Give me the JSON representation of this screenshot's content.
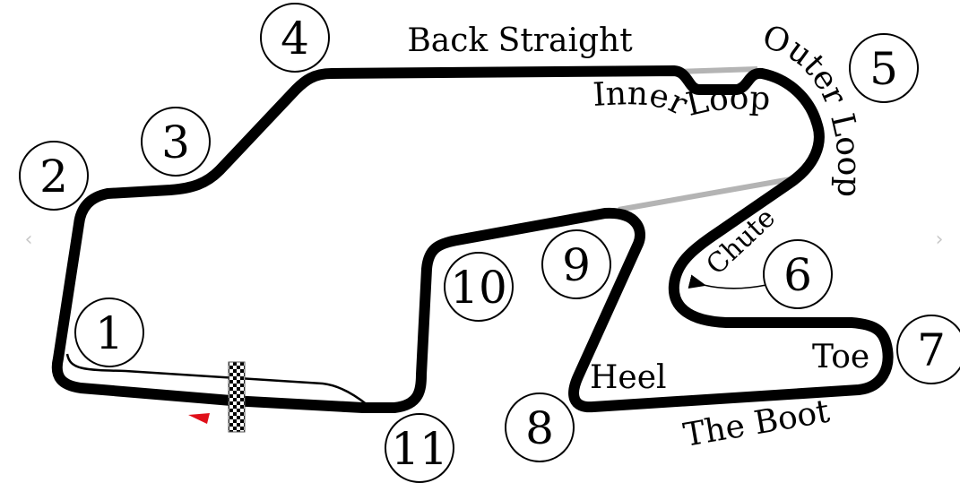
{
  "map": {
    "turns": [
      {
        "number": "1"
      },
      {
        "number": "2"
      },
      {
        "number": "3"
      },
      {
        "number": "4"
      },
      {
        "number": "5"
      },
      {
        "number": "6"
      },
      {
        "number": "7"
      },
      {
        "number": "8"
      },
      {
        "number": "9"
      },
      {
        "number": "10"
      },
      {
        "number": "11"
      }
    ],
    "labels": {
      "back_straight": "Back Straight",
      "inner_loop": "Inner Loop",
      "outer_loop": "Outer Loop",
      "chute": "Chute",
      "heel": "Heel",
      "toe": "Toe",
      "the_boot": "The Boot"
    },
    "colors": {
      "track": "#000000",
      "alternate_route": "#b4b4b4",
      "direction_marker": "#e0101a"
    }
  },
  "navigation": {
    "prev_icon": "chevron-left-icon",
    "next_icon": "chevron-right-icon",
    "prev_glyph": "‹",
    "next_glyph": "›"
  }
}
